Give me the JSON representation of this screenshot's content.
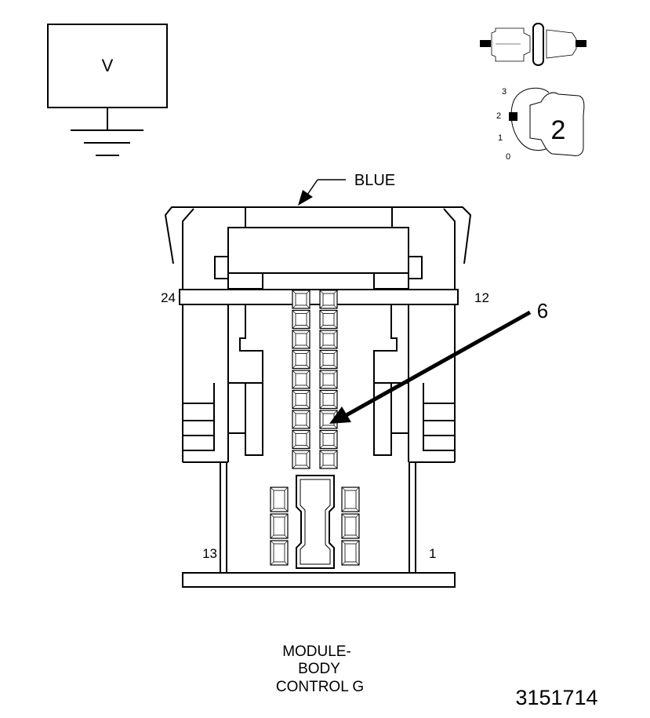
{
  "meter": {
    "label": "V"
  },
  "ignition": {
    "positions": [
      "3",
      "2",
      "1",
      "0"
    ],
    "key_position": "2"
  },
  "connector": {
    "color_label": "BLUE",
    "pin_labels": {
      "top_left": "24",
      "top_right": "12",
      "bottom_left": "13",
      "bottom_right": "1"
    },
    "callout": "6",
    "name_lines": [
      "MODULE-",
      "BODY",
      "CONTROL G"
    ]
  },
  "figure_id": "3151714",
  "icons": [
    "voltmeter-icon",
    "ground-icon",
    "connector-disconnect-icon",
    "ignition-key-icon",
    "arrow-icon"
  ]
}
